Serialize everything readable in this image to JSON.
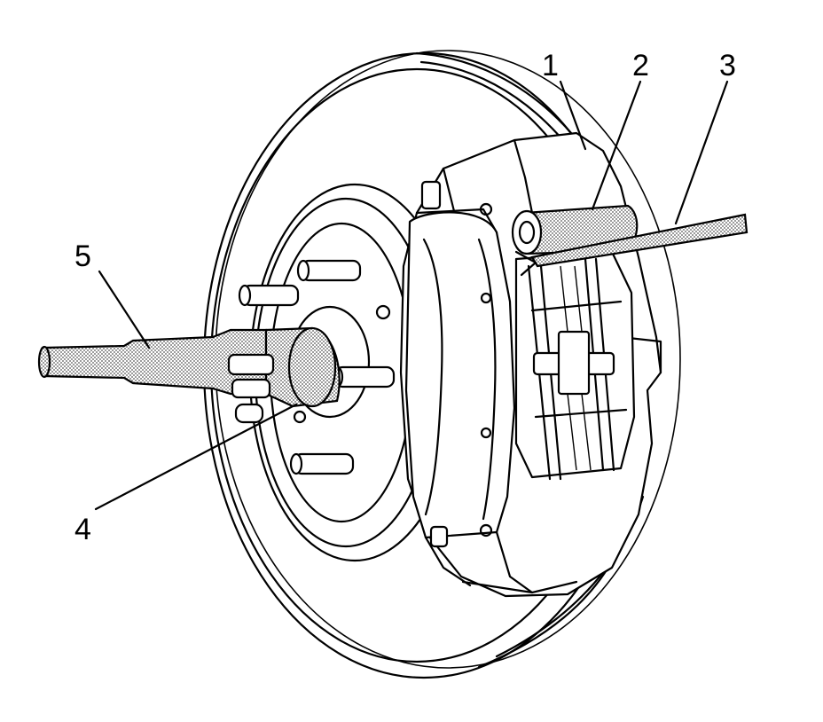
{
  "callouts": [
    {
      "id": "1",
      "label": "1"
    },
    {
      "id": "2",
      "label": "2"
    },
    {
      "id": "3",
      "label": "3"
    },
    {
      "id": "4",
      "label": "4"
    },
    {
      "id": "5",
      "label": "5"
    }
  ],
  "colors": {
    "line": "#000000",
    "background": "#ffffff",
    "stipple": "#9a9a9a"
  }
}
